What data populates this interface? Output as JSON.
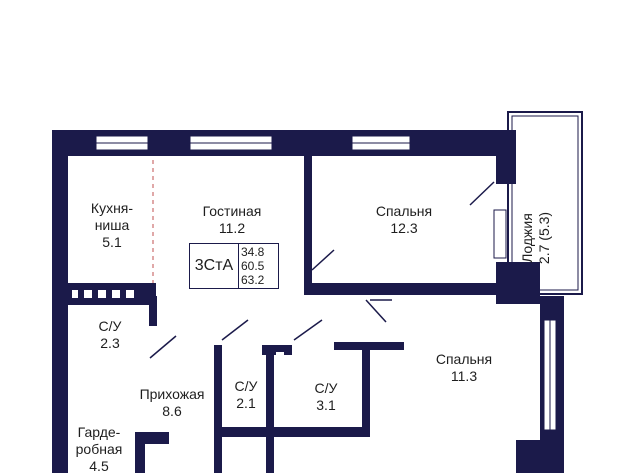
{
  "rooms": {
    "kitchen": {
      "name_1": "Кухня-",
      "name_2": "ниша",
      "area": "5.1"
    },
    "living": {
      "name": "Гостиная",
      "area": "11.2"
    },
    "bedroom1": {
      "name": "Спальня",
      "area": "12.3"
    },
    "bedroom2": {
      "name": "Спальня",
      "area": "11.3"
    },
    "bath1": {
      "name": "С/У",
      "area": "2.3"
    },
    "bath2": {
      "name": "С/У",
      "area": "2.1"
    },
    "bath3": {
      "name": "С/У",
      "area": "3.1"
    },
    "hall": {
      "name": "Прихожая",
      "area": "8.6"
    },
    "wardrobe": {
      "name_1": "Гарде-",
      "name_2": "робная",
      "area": "4.5"
    },
    "loggia": {
      "name": "Лоджия",
      "area": "2.7 (5.3)"
    }
  },
  "badge": {
    "type": "3СтА",
    "area_living": "34.8",
    "area_total": "60.5",
    "area_total_with_loggia": "63.2"
  },
  "colors": {
    "wall": "#1b1a4a",
    "text": "#1e1e1e",
    "window": "#ffffff"
  }
}
